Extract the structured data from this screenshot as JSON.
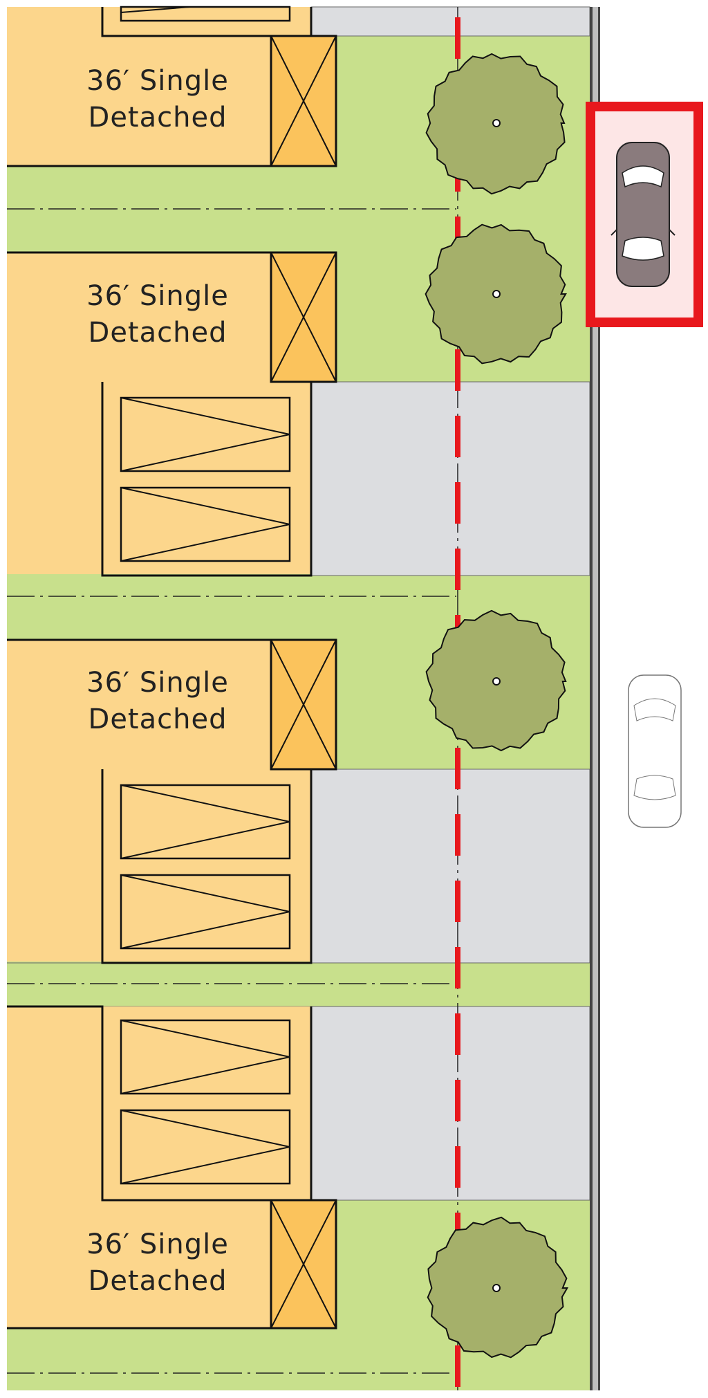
{
  "lots": [
    {
      "label_line1": "36′ Single",
      "label_line2": "Detached"
    },
    {
      "label_line1": "36′ Single",
      "label_line2": "Detached"
    },
    {
      "label_line1": "36′ Single",
      "label_line2": "Detached"
    },
    {
      "label_line1": "36′ Single",
      "label_line2": "Detached"
    }
  ],
  "colors": {
    "lawn": "#c8e08c",
    "house": "#fcd68c",
    "porch": "#fbc35c",
    "driveway": "#dcdde0",
    "tree": "#a5b06a",
    "highlight_line": "#e8181d",
    "car_dark": "#8a7b7d",
    "car_highlight_bg": "#fde6e6"
  },
  "icons": {
    "tree": "tree-icon",
    "car": "car-icon",
    "garage": "garage-x-icon"
  }
}
